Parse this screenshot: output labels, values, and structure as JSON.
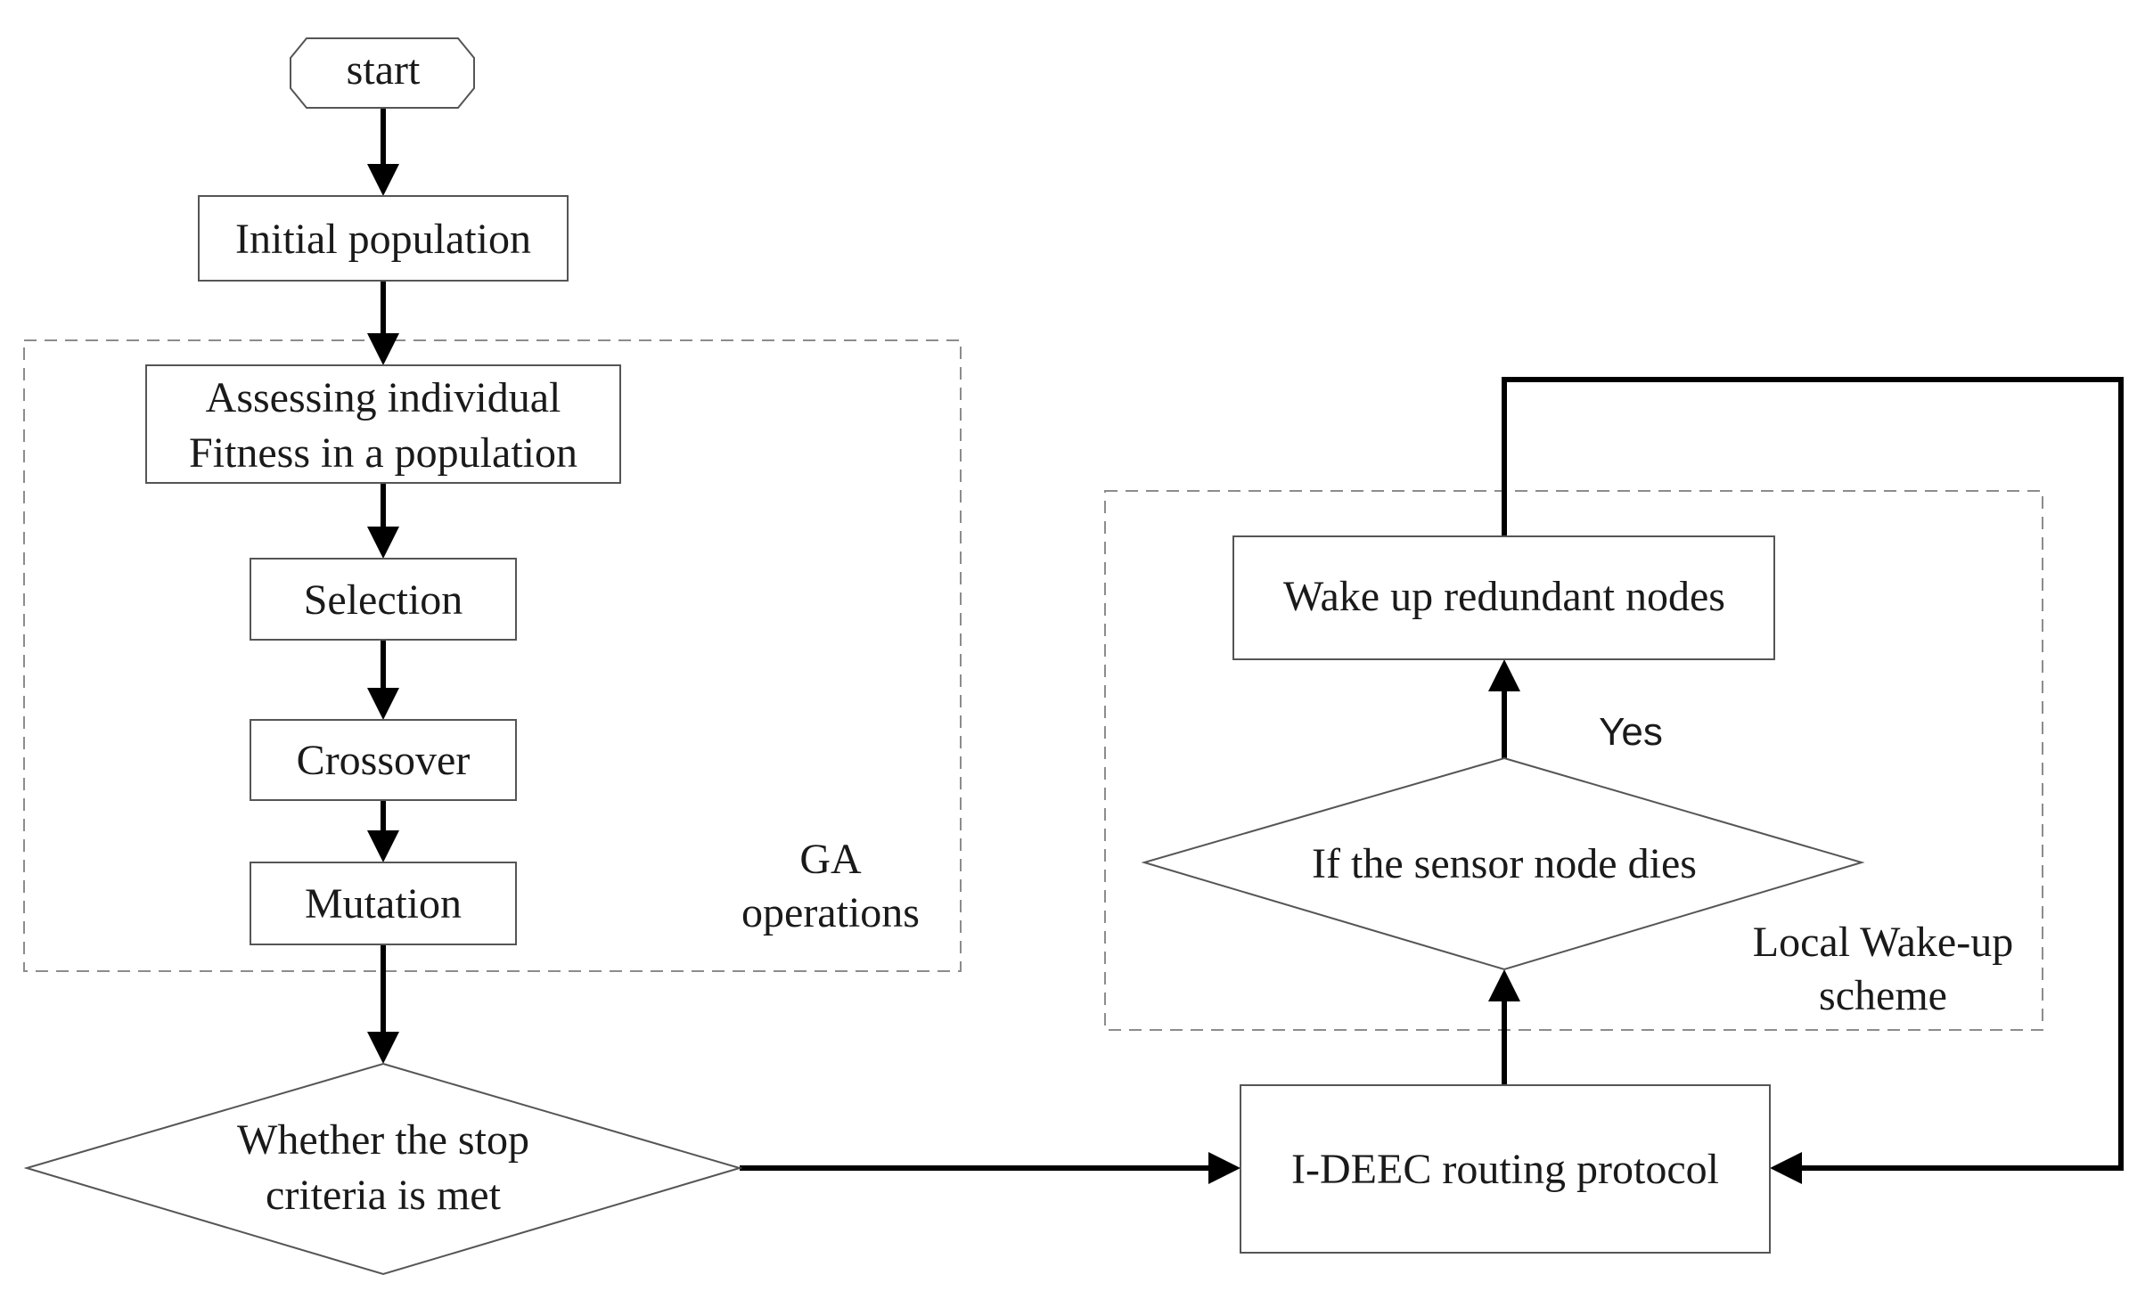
{
  "nodes": {
    "start": {
      "label": "start"
    },
    "initial_population": {
      "label": "Initial population"
    },
    "assessing_fitness": {
      "line1": "Assessing individual",
      "line2": "Fitness in a population"
    },
    "selection": {
      "label": "Selection"
    },
    "crossover": {
      "label": "Crossover"
    },
    "mutation": {
      "label": "Mutation"
    },
    "stop_criteria": {
      "line1": "Whether the stop",
      "line2": "criteria is met"
    },
    "ideec_protocol": {
      "label": "I-DEEC routing protocol"
    },
    "sensor_node_dies": {
      "label": "If the sensor node dies"
    },
    "wake_up_nodes": {
      "label": "Wake up redundant nodes"
    }
  },
  "groups": {
    "ga_operations": {
      "line1": "GA",
      "line2": "operations"
    },
    "local_wakeup": {
      "line1": "Local Wake-up",
      "line2": "scheme"
    }
  },
  "edge_labels": {
    "yes": "Yes"
  }
}
